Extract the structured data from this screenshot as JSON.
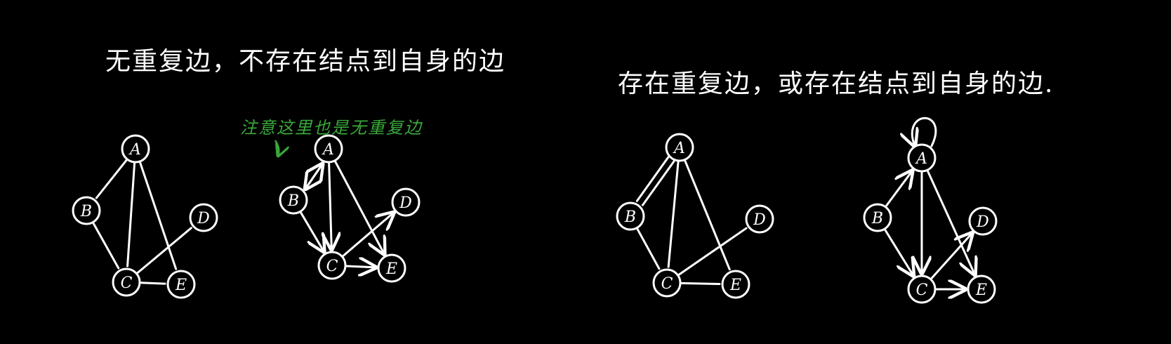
{
  "colors": {
    "background": "#000000",
    "ink": "#ffffff",
    "note": "#3aa83a"
  },
  "captions": {
    "simple_graph": "无重复边，不存在结点到自身的边",
    "multigraph": "存在重复边，或存在结点到自身的边."
  },
  "note": {
    "text": "注意这里也是无重复边"
  },
  "graphs": {
    "simple_undirected": {
      "nodes": [
        "A",
        "B",
        "C",
        "D",
        "E"
      ],
      "edges": [
        [
          "A",
          "B"
        ],
        [
          "A",
          "C"
        ],
        [
          "A",
          "E"
        ],
        [
          "B",
          "C"
        ],
        [
          "C",
          "D"
        ],
        [
          "C",
          "E"
        ]
      ]
    },
    "simple_directed": {
      "nodes": [
        "A",
        "B",
        "C",
        "D",
        "E"
      ],
      "edges": [
        [
          "A",
          "B"
        ],
        [
          "B",
          "A"
        ],
        [
          "A",
          "C"
        ],
        [
          "A",
          "E"
        ],
        [
          "B",
          "C"
        ],
        [
          "C",
          "D"
        ],
        [
          "C",
          "E"
        ]
      ]
    },
    "multi_undirected": {
      "nodes": [
        "A",
        "B",
        "C",
        "D",
        "E"
      ],
      "edges": [
        [
          "A",
          "B"
        ],
        [
          "A",
          "B"
        ],
        [
          "A",
          "C"
        ],
        [
          "A",
          "E"
        ],
        [
          "B",
          "C"
        ],
        [
          "C",
          "D"
        ],
        [
          "C",
          "E"
        ]
      ]
    },
    "multi_directed": {
      "nodes": [
        "A",
        "B",
        "C",
        "D",
        "E"
      ],
      "edges": [
        [
          "A",
          "A"
        ],
        [
          "B",
          "A"
        ],
        [
          "A",
          "C"
        ],
        [
          "A",
          "E"
        ],
        [
          "B",
          "C"
        ],
        [
          "C",
          "D"
        ],
        [
          "C",
          "E"
        ]
      ]
    }
  }
}
